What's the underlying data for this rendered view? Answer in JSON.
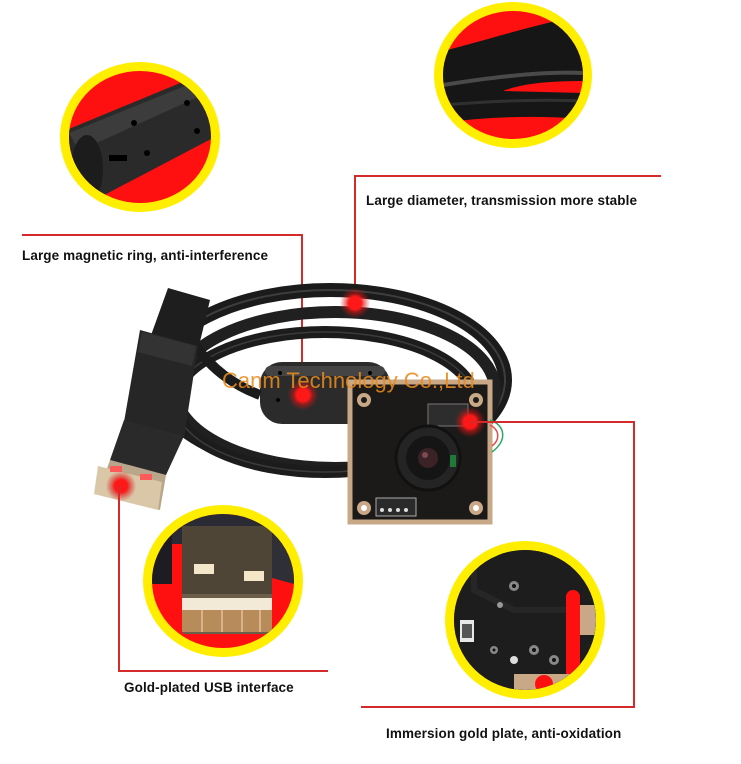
{
  "product": "USB camera module with cable",
  "watermark": "Canm Technology Co.,Ltd",
  "colors": {
    "callout_line": "#d42a2a",
    "circle_border": "#ffee00",
    "circle_fill": "#ff1010",
    "watermark": "#e88b1e",
    "text": "#111111"
  },
  "callouts": [
    {
      "id": "magnetic-ring",
      "label": "Large magnetic ring, anti-interference"
    },
    {
      "id": "cable-diameter",
      "label": "Large diameter, transmission more stable"
    },
    {
      "id": "usb-interface",
      "label": "Gold-plated USB interface"
    },
    {
      "id": "gold-plate",
      "label": "Immersion gold plate, anti-oxidation"
    }
  ]
}
